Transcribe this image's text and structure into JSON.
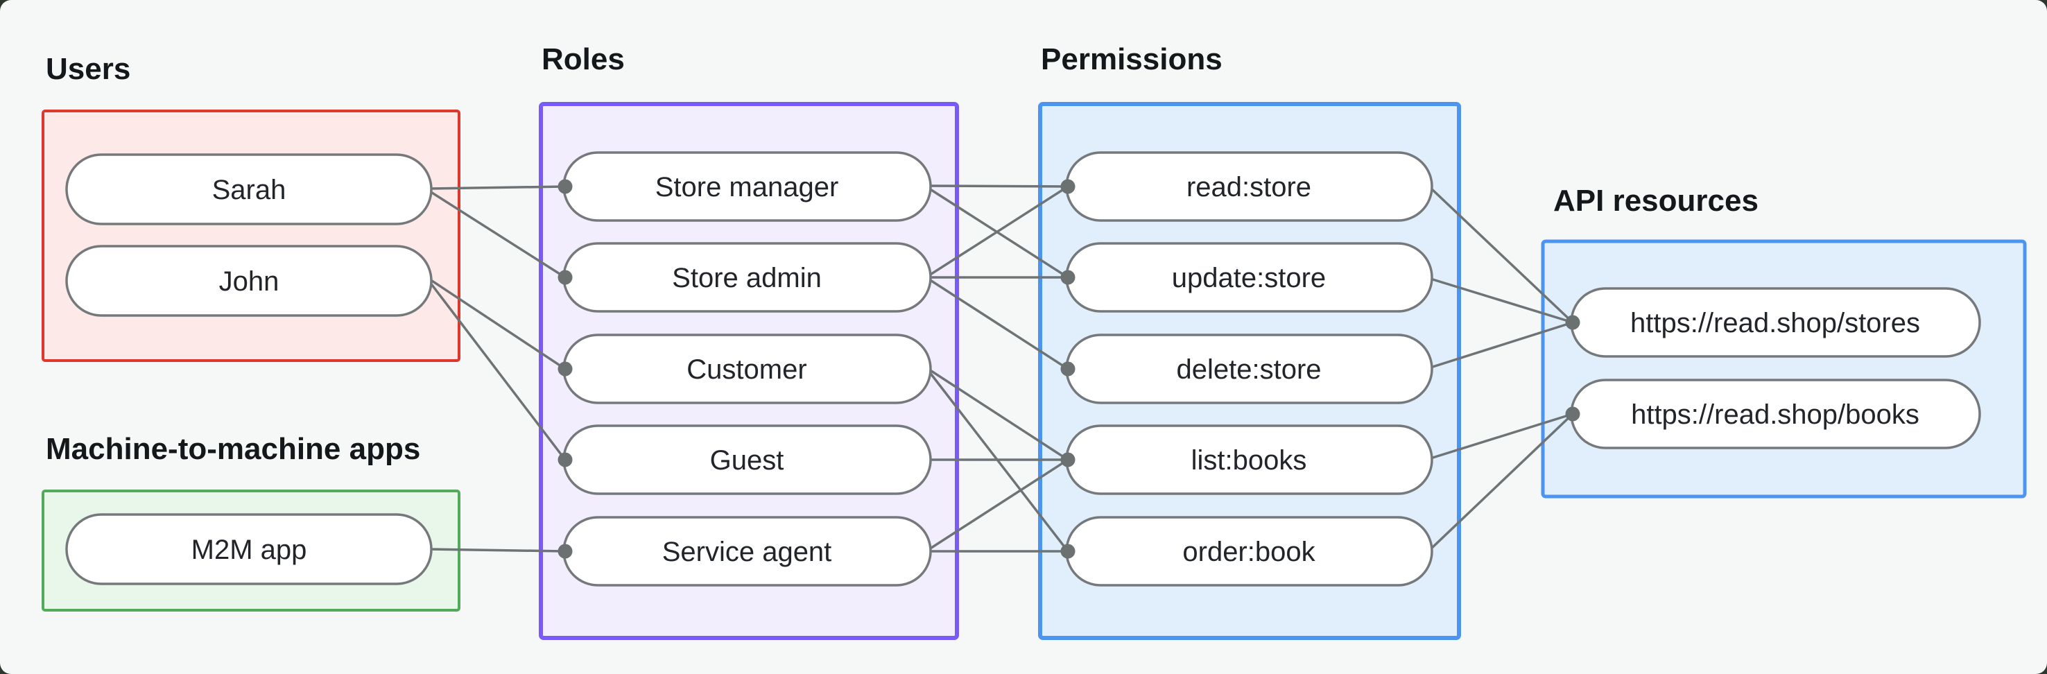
{
  "canvas": {
    "surround_color": "#2d372f",
    "panel_color": "#f6f8f7"
  },
  "groups": {
    "users": {
      "label": "Users",
      "border_color": "#dd382e",
      "fill_color": "#fdeae8",
      "items": [
        {
          "label": "Sarah"
        },
        {
          "label": "John"
        }
      ]
    },
    "machine_apps": {
      "label": "Machine-to-machine apps",
      "border_color": "#55a95b",
      "fill_color": "#e9f6ea",
      "items": [
        {
          "label": "M2M app"
        }
      ]
    },
    "roles": {
      "label": "Roles",
      "border_color": "#7a5af5",
      "fill_color": "#f3eefd",
      "items": [
        {
          "label": "Store manager"
        },
        {
          "label": "Store admin"
        },
        {
          "label": "Customer"
        },
        {
          "label": "Guest"
        },
        {
          "label": "Service agent"
        }
      ]
    },
    "permissions": {
      "label": "Permissions",
      "border_color": "#4b94f1",
      "fill_color": "#e1effc",
      "items": [
        {
          "label": "read:store"
        },
        {
          "label": "update:store"
        },
        {
          "label": "delete:store"
        },
        {
          "label": "list:books"
        },
        {
          "label": "order:book"
        }
      ]
    },
    "api_resources": {
      "label": "API resources",
      "border_color": "#4b94f1",
      "fill_color": "#e1effc",
      "items": [
        {
          "label": "https://read.shop/stores"
        },
        {
          "label": "https://read.shop/books"
        }
      ]
    }
  },
  "edges": {
    "stroke_color": "#6e7376",
    "dot_color": "#6b7071",
    "user_to_role": [
      {
        "from": "Sarah",
        "to": "Store manager"
      },
      {
        "from": "Sarah",
        "to": "Store admin"
      },
      {
        "from": "John",
        "to": "Customer"
      },
      {
        "from": "John",
        "to": "Guest"
      },
      {
        "from": "M2M app",
        "to": "Service agent"
      }
    ],
    "role_to_permission": [
      {
        "from": "Store manager",
        "to": "read:store"
      },
      {
        "from": "Store manager",
        "to": "update:store"
      },
      {
        "from": "Store admin",
        "to": "read:store"
      },
      {
        "from": "Store admin",
        "to": "update:store"
      },
      {
        "from": "Store admin",
        "to": "delete:store"
      },
      {
        "from": "Customer",
        "to": "list:books"
      },
      {
        "from": "Customer",
        "to": "order:book"
      },
      {
        "from": "Guest",
        "to": "list:books"
      },
      {
        "from": "Service agent",
        "to": "list:books"
      },
      {
        "from": "Service agent",
        "to": "order:book"
      }
    ],
    "permission_to_resource": [
      {
        "from": "read:store",
        "to": "https://read.shop/stores"
      },
      {
        "from": "update:store",
        "to": "https://read.shop/stores"
      },
      {
        "from": "delete:store",
        "to": "https://read.shop/stores"
      },
      {
        "from": "list:books",
        "to": "https://read.shop/books"
      },
      {
        "from": "order:book",
        "to": "https://read.shop/books"
      }
    ]
  }
}
